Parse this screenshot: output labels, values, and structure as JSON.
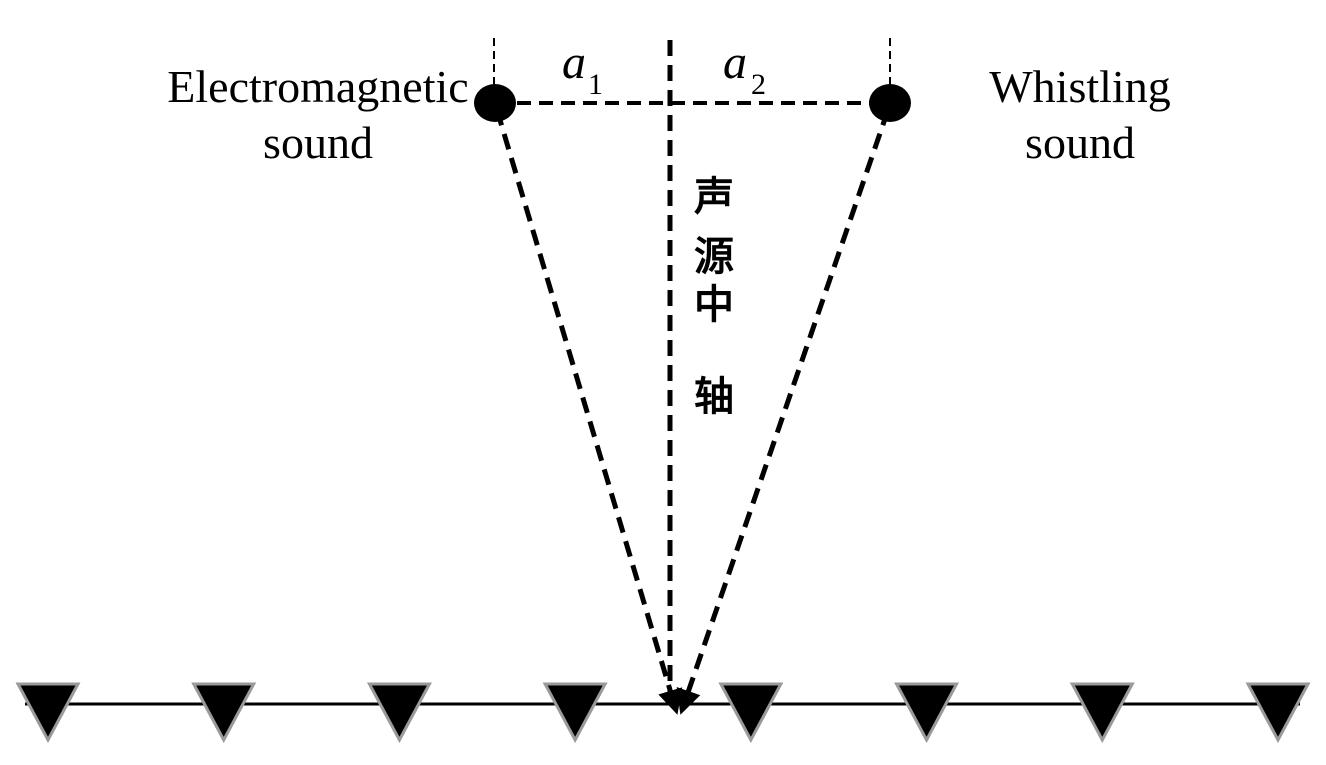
{
  "labels": {
    "left_source_line1": "Electromagnetic",
    "left_source_line2": "sound",
    "right_source_line1": "Whistling",
    "right_source_line2": "sound",
    "a1_symbol": "a",
    "a1_subscript": "1",
    "a2_symbol": "a",
    "a2_subscript": "2"
  },
  "vertical_text_glyphs": [
    "声",
    "源",
    "中",
    "轴"
  ],
  "sensor_count": 8
}
